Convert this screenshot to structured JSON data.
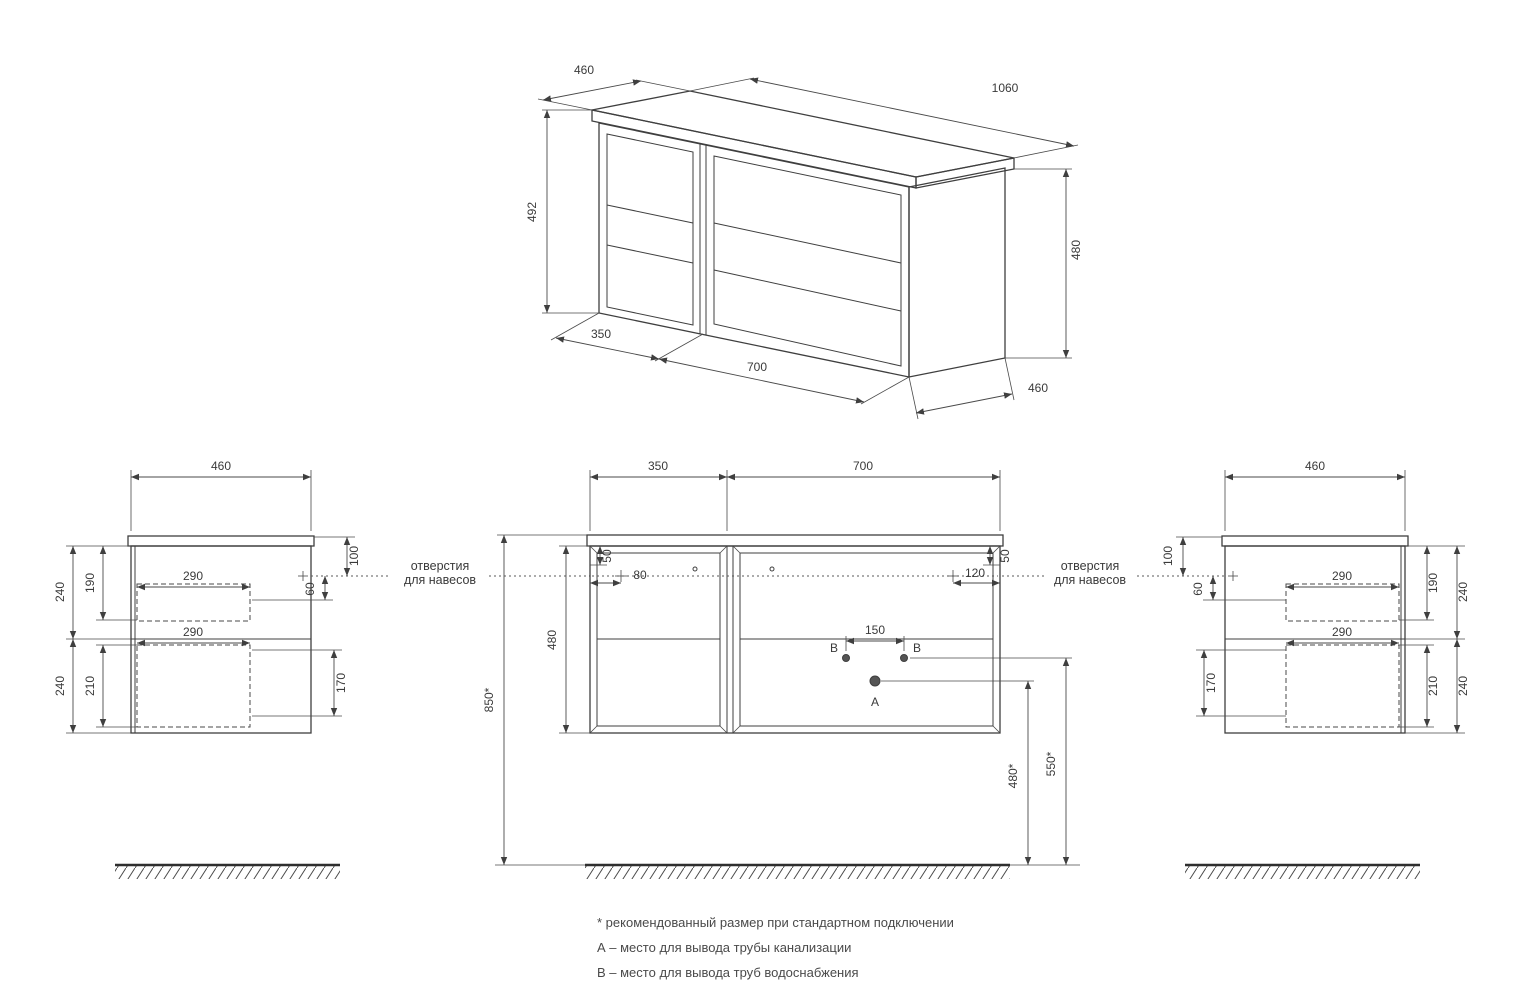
{
  "iso_view": {
    "depth_top": "460",
    "width_total": "1060",
    "height_total": "492",
    "section_left": "350",
    "section_right": "700",
    "height_body": "480",
    "depth_bottom": "460"
  },
  "left_side_view": {
    "depth": "460",
    "top_half": "240",
    "drawer_top_height": "190",
    "drawer_top_depth": "290",
    "hanger_offset": "100",
    "gap": "60",
    "drawer_bottom_depth": "290",
    "drawer_bottom_height": "210",
    "bottom_half": "240",
    "drawer_inner_height": "170"
  },
  "front_view": {
    "section_left": "350",
    "section_right": "700",
    "rail_left": "50",
    "hanger_inset_left": "80",
    "body_height": "480",
    "mounting_height": "850*",
    "pipe_spacing": "150",
    "label_b_left": "В",
    "label_b_right": "В",
    "label_a": "А",
    "rail_right": "50",
    "hanger_inset_right": "120",
    "drain_height": "480*",
    "water_height": "550*"
  },
  "right_side_view": {
    "depth": "460",
    "hanger_offset": "100",
    "gap": "60",
    "drawer_inner_height": "170",
    "drawer_top_depth": "290",
    "drawer_bottom_depth": "290",
    "drawer_top_height": "190",
    "top_half": "240",
    "drawer_bottom_height": "210",
    "bottom_half": "240"
  },
  "annotations": {
    "hanger_line1": "отверстия",
    "hanger_line2": "для навесов"
  },
  "footnotes": {
    "recommended": "* рекомендованный размер при стандартном подключении",
    "note_a": "А – место для вывода трубы канализации",
    "note_b": "В – место для вывода труб водоснабжения"
  }
}
